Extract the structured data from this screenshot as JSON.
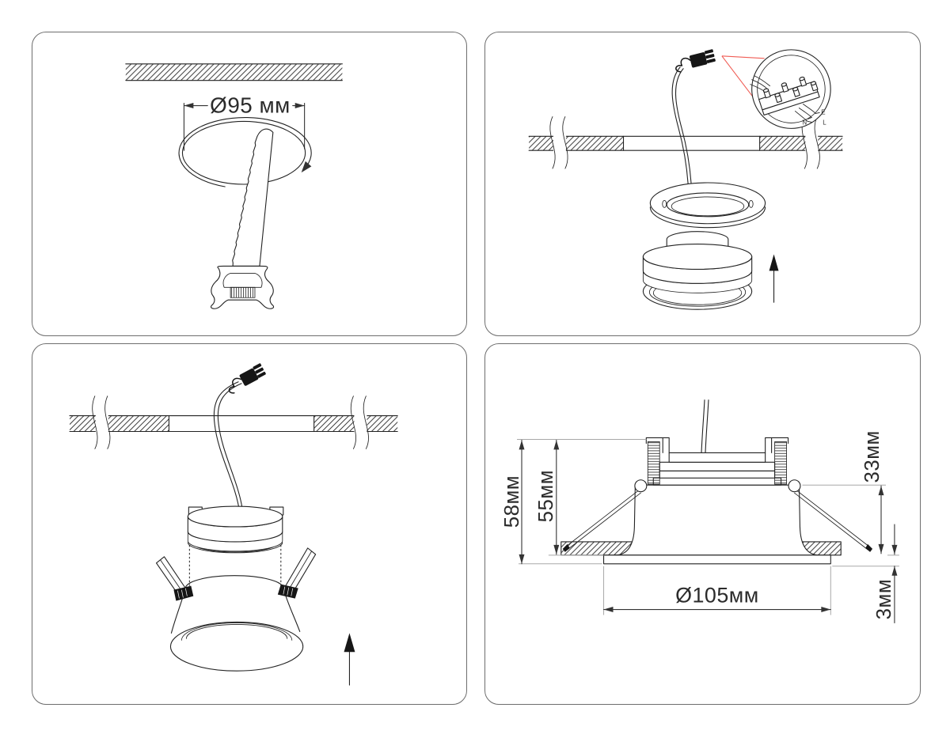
{
  "meta": {
    "background": "#ffffff",
    "line_color": "#222222",
    "extension_line_color": "#a8a8a8",
    "accent_red": "#f05c54",
    "panel_border_color": "#6e6e6e"
  },
  "panels": {
    "step1": {
      "title": "cut-ceiling-hole",
      "dimension_label": "Ø95 мм"
    },
    "step2": {
      "title": "connect-wiring",
      "terminal_labels": {
        "live": "L",
        "earth": "E",
        "neutral": "N"
      }
    },
    "step3": {
      "title": "insert-fixture"
    },
    "step4": {
      "title": "fixture-dimensions",
      "labels": {
        "total_height": "58мм",
        "body_height": "55мм",
        "recess_height": "33мм",
        "trim_height": "3мм",
        "trim_diameter": "Ø105мм"
      }
    }
  }
}
